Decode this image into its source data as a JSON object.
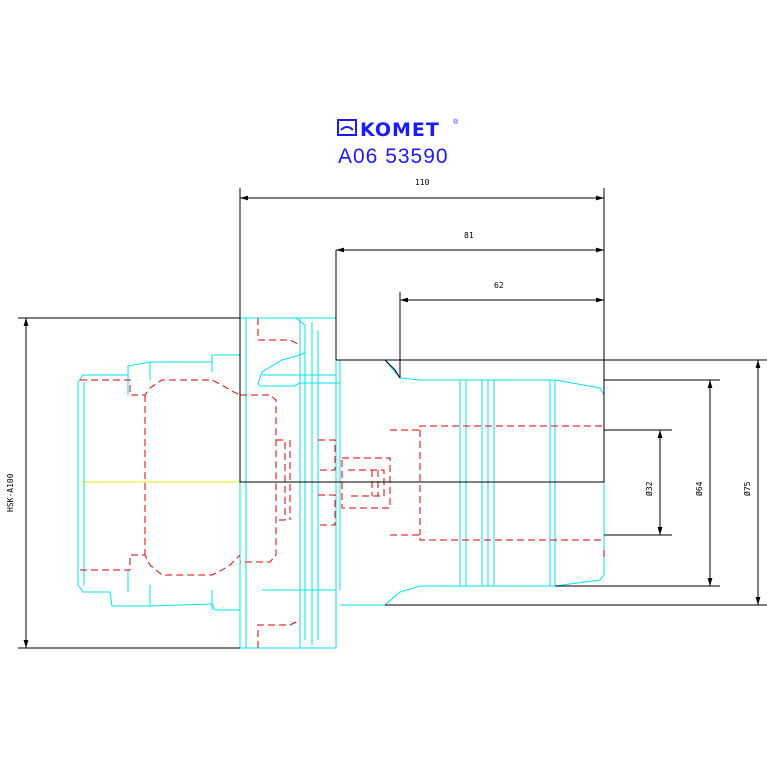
{
  "header": {
    "brand": "KOMET",
    "brand_mark": "®",
    "part_number": "A06 53590",
    "brand_color": "#1a1aff"
  },
  "dimensions": {
    "overall_length": "110",
    "mid_length": "81",
    "short_length": "62",
    "shank_label": "HSK-A100",
    "bore_diameter": "Ø32",
    "body_diameter": "Ø64",
    "outer_diameter": "Ø75"
  },
  "colors": {
    "outline": "#00e5ee",
    "hidden": "#e00000",
    "dimension": "#000000",
    "centerline": "#e8e800"
  },
  "icons": {
    "logo": "komet-logo-icon"
  }
}
